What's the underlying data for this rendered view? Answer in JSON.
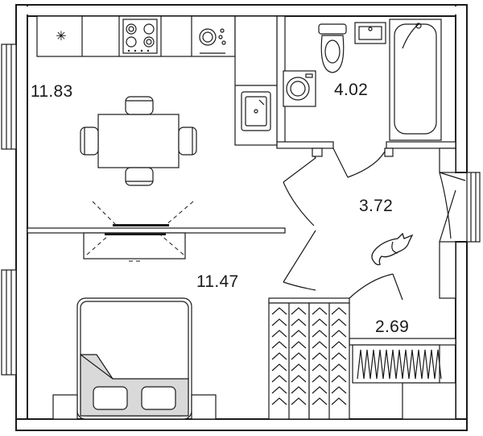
{
  "colors": {
    "wall": "#1a1a1a",
    "background": "#ffffff",
    "bedding": "#d9d9d9"
  },
  "rooms": [
    {
      "id": "kitchen-living",
      "area": "11.83"
    },
    {
      "id": "bathroom",
      "area": "4.02"
    },
    {
      "id": "hallway",
      "area": "3.72"
    },
    {
      "id": "bedroom",
      "area": "11.47"
    },
    {
      "id": "storage",
      "area": "2.69"
    }
  ],
  "icons": [
    "stove-icon",
    "sink-icon",
    "toilet-icon",
    "washing-machine-icon",
    "bathtub-icon",
    "dining-table-icon",
    "chair-icon",
    "bed-icon",
    "pillow-icon",
    "wardrobe-icon",
    "cat-icon",
    "door-icon",
    "window-icon"
  ]
}
